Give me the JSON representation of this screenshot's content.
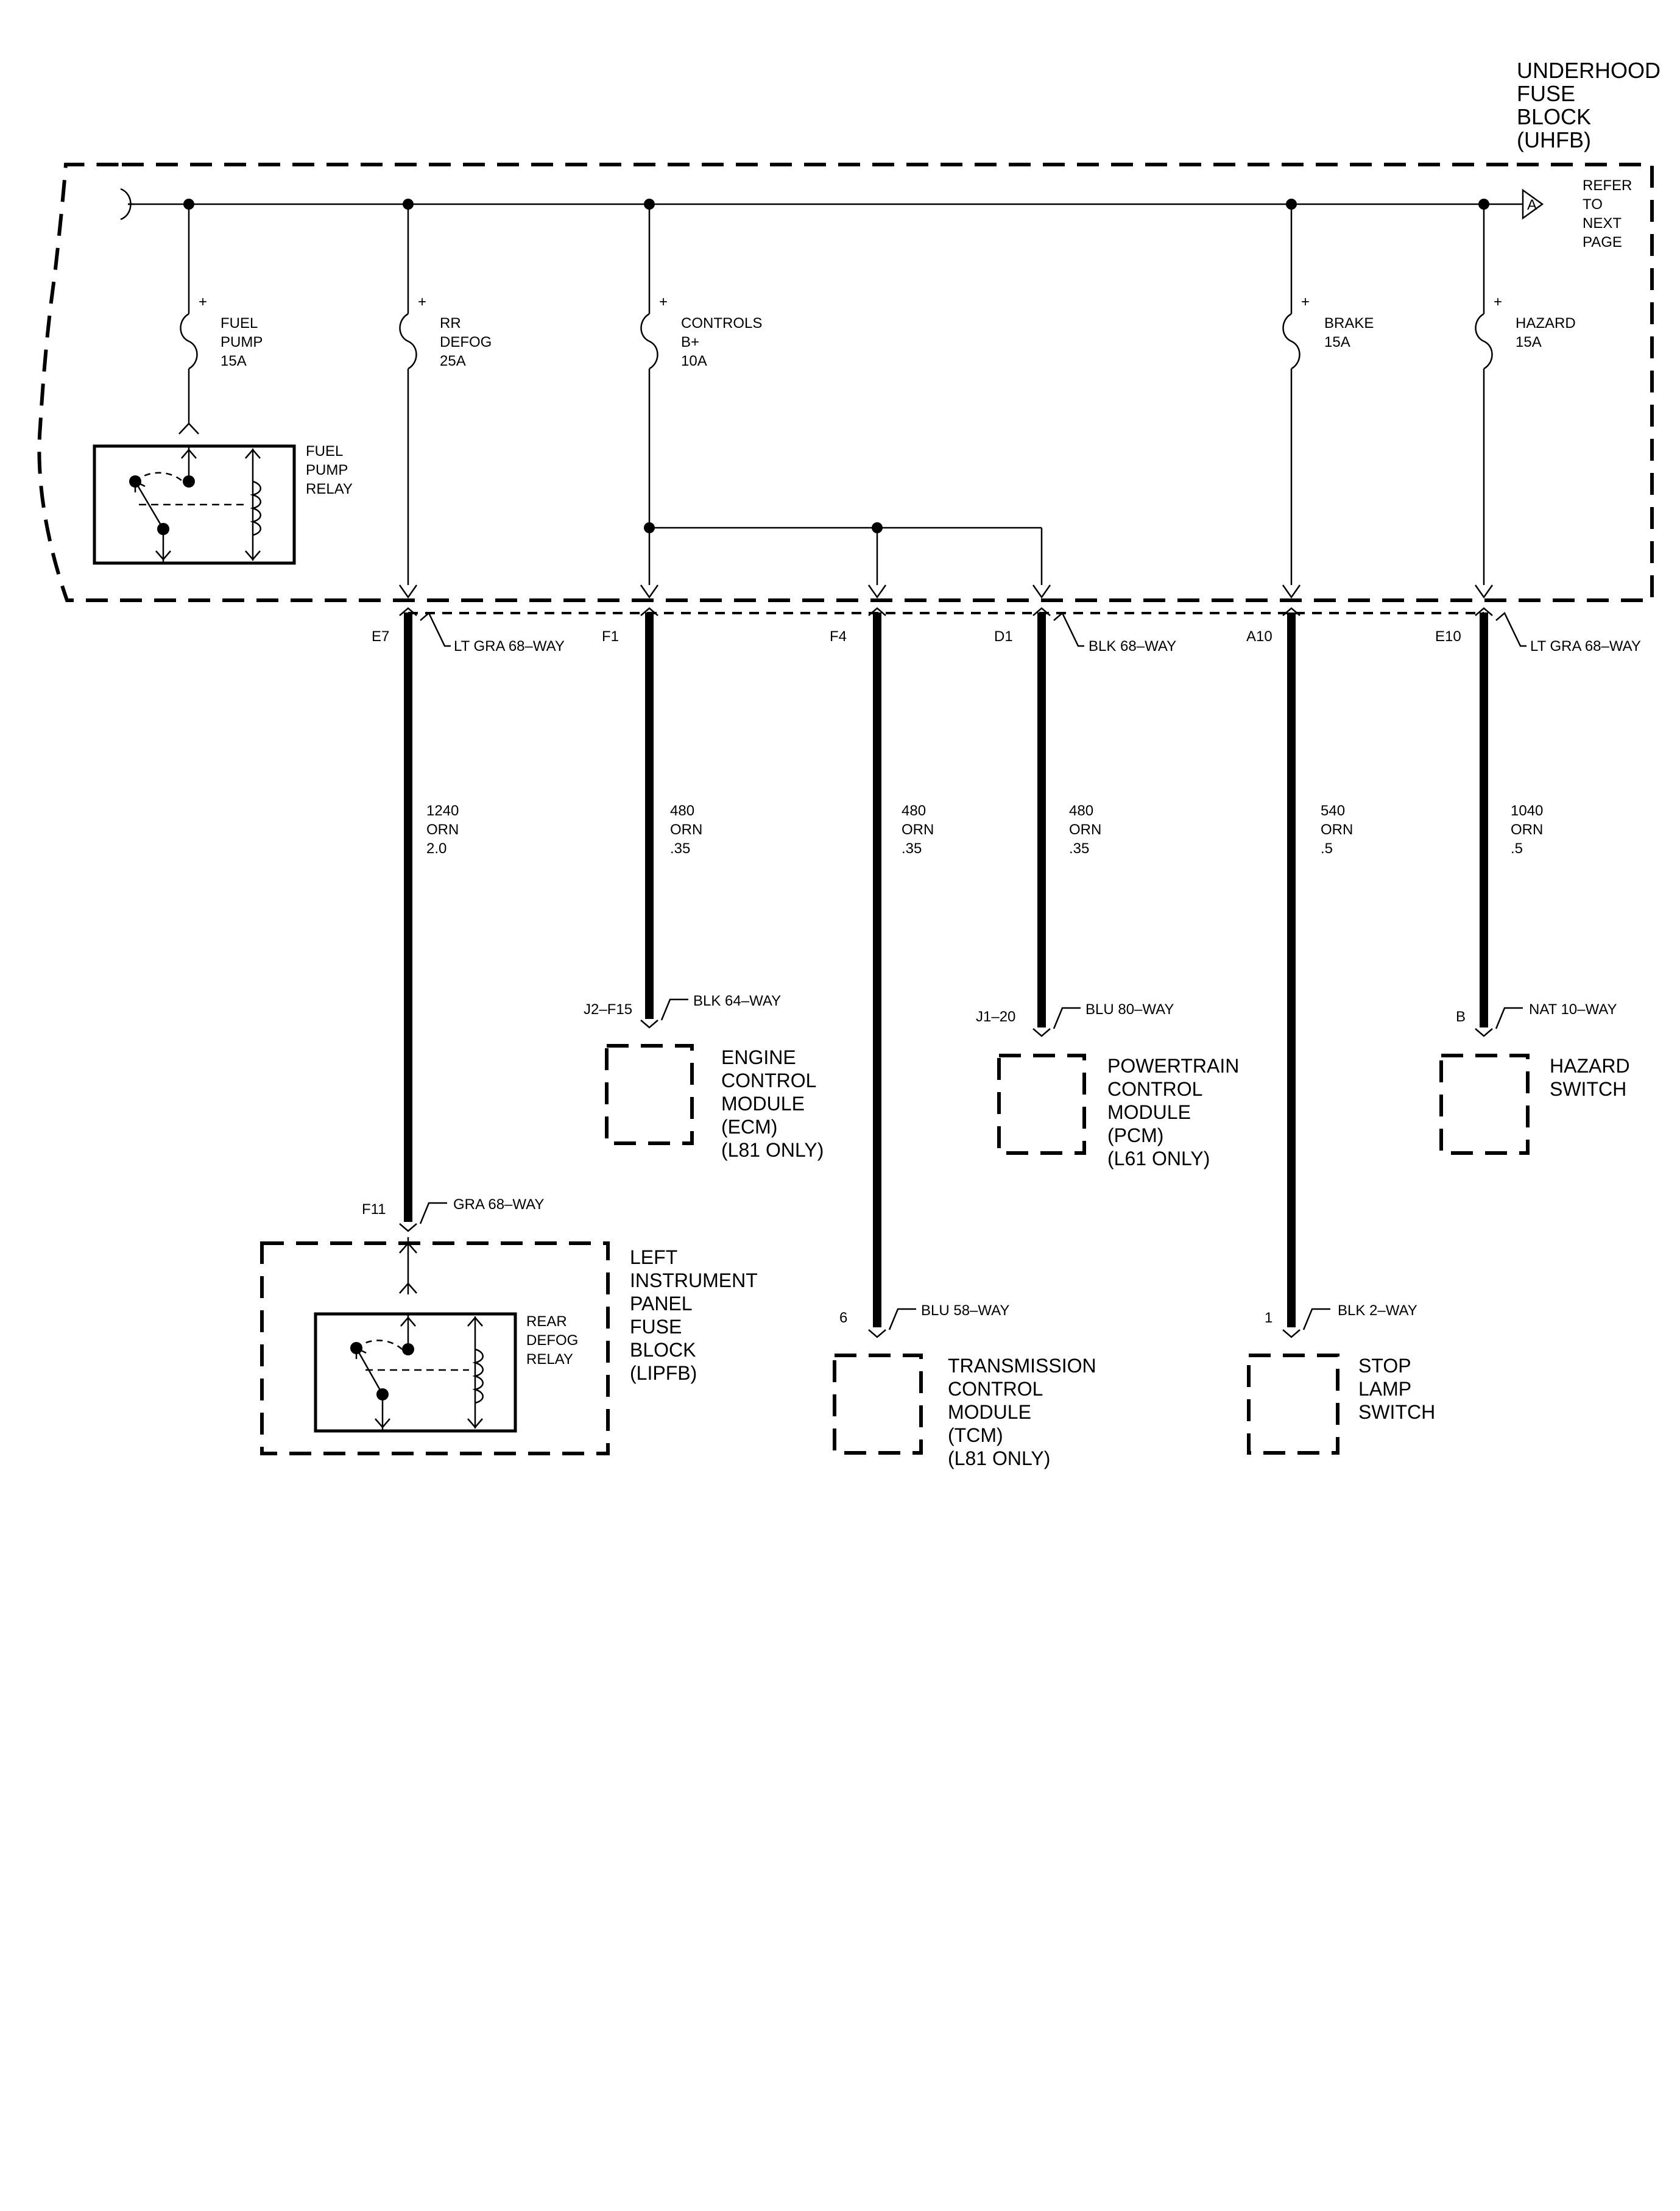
{
  "uhfb": {
    "title_lines": [
      "UNDERHOOD",
      "FUSE",
      "BLOCK",
      "(UHFB)"
    ]
  },
  "refer": {
    "marker": "A",
    "lines": [
      "REFER",
      "TO",
      "NEXT",
      "PAGE"
    ]
  },
  "fuses": [
    {
      "id": "fuel_pump",
      "lines": [
        "FUEL",
        "PUMP",
        "15A"
      ]
    },
    {
      "id": "rr_defog",
      "lines": [
        "RR",
        "DEFOG",
        "25A"
      ]
    },
    {
      "id": "controls",
      "lines": [
        "CONTROLS",
        "B+",
        "10A"
      ]
    },
    {
      "id": "brake",
      "lines": [
        "BRAKE",
        "15A"
      ]
    },
    {
      "id": "hazard",
      "lines": [
        "HAZARD",
        "15A"
      ]
    }
  ],
  "fuse_polarity": "+",
  "relays": {
    "fuel_pump": {
      "lines": [
        "FUEL",
        "PUMP",
        "RELAY"
      ]
    },
    "rear_defog": {
      "lines": [
        "REAR",
        "DEFOG",
        "RELAY"
      ]
    }
  },
  "uhfb_connectors": {
    "left": "LT GRA 68–WAY",
    "middle": "BLK 68–WAY",
    "right": "LT GRA 68–WAY"
  },
  "circuits": [
    {
      "id": "e7",
      "pin": "E7",
      "circuit": "1240",
      "color": "ORN",
      "size": "2.0"
    },
    {
      "id": "f1",
      "pin": "F1",
      "circuit": "480",
      "color": "ORN",
      "size": ".35"
    },
    {
      "id": "f4",
      "pin": "F4",
      "circuit": "480",
      "color": "ORN",
      "size": ".35"
    },
    {
      "id": "d1",
      "pin": "D1",
      "circuit": "480",
      "color": "ORN",
      "size": ".35"
    },
    {
      "id": "a10",
      "pin": "A10",
      "circuit": "540",
      "color": "ORN",
      "size": ".5"
    },
    {
      "id": "e10",
      "pin": "E10",
      "circuit": "1040",
      "color": "ORN",
      "size": ".5"
    }
  ],
  "components": [
    {
      "id": "ecm",
      "pin": "J2–F15",
      "connector": "BLK 64–WAY",
      "lines": [
        "ENGINE",
        "CONTROL",
        "MODULE",
        "(ECM)",
        "(L81 ONLY)"
      ]
    },
    {
      "id": "pcm",
      "pin": "J1–20",
      "connector": "BLU 80–WAY",
      "lines": [
        "POWERTRAIN",
        "CONTROL",
        "MODULE",
        "(PCM)",
        "(L61 ONLY)"
      ]
    },
    {
      "id": "hazard_switch",
      "pin": "B",
      "connector": "NAT 10–WAY",
      "lines": [
        "HAZARD",
        "SWITCH"
      ]
    },
    {
      "id": "lipfb",
      "pin": "F11",
      "connector": "GRA 68–WAY",
      "lines": [
        "LEFT",
        "INSTRUMENT",
        "PANEL",
        "FUSE",
        "BLOCK",
        "(LIPFB)"
      ]
    },
    {
      "id": "tcm",
      "pin": "6",
      "connector": "BLU 58–WAY",
      "lines": [
        "TRANSMISSION",
        "CONTROL",
        "MODULE",
        "(TCM)",
        "(L81 ONLY)"
      ]
    },
    {
      "id": "stop_lamp_switch",
      "pin": "1",
      "connector": "BLK 2–WAY",
      "lines": [
        "STOP",
        "LAMP",
        "SWITCH"
      ]
    }
  ]
}
